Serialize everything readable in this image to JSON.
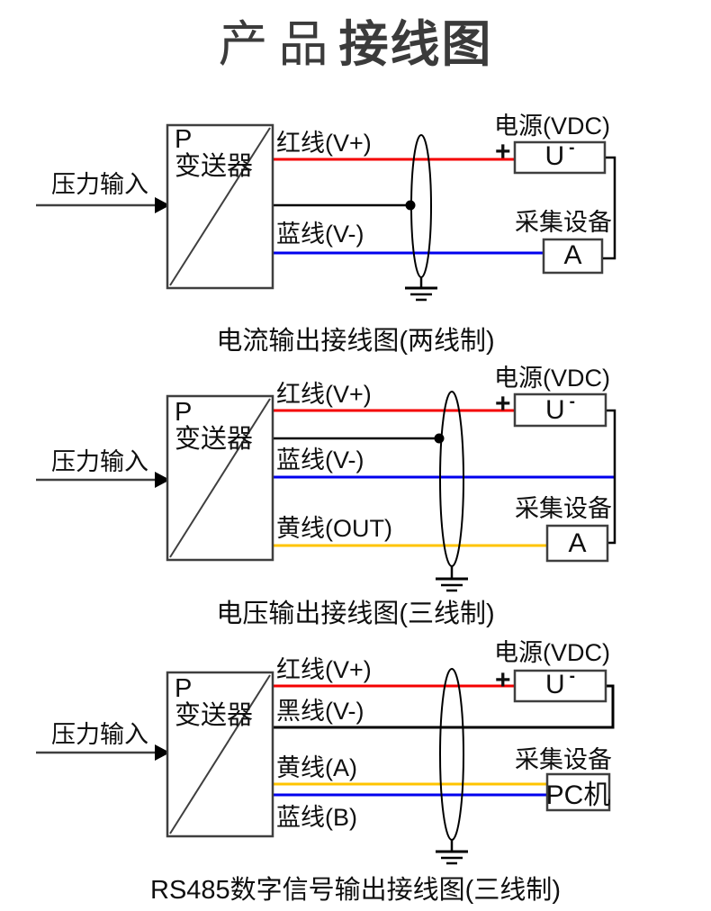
{
  "title": {
    "prefix": "产品",
    "emphasis": "接线图"
  },
  "colors": {
    "red": "#f40000",
    "blue": "#0000ee",
    "yellow": "#ffc400",
    "wire_black": "#000000",
    "outline": "#3f3f3f",
    "text": "#0f0f0f",
    "title_text": "#3b3b3b"
  },
  "diagrams": [
    {
      "caption": "电流输出接线图(两线制)",
      "input_label": "压力输入",
      "transmitter": {
        "symbol": "P",
        "name": "变送器"
      },
      "wires": {
        "red": "红线(V+)",
        "blue": "蓝线(V-)"
      },
      "power": {
        "label": "电源(VDC)",
        "plus": "+",
        "unit": "U",
        "polarity": "-"
      },
      "collector": {
        "label": "采集设备",
        "device": "A"
      }
    },
    {
      "caption": "电压输出接线图(三线制)",
      "input_label": "压力输入",
      "transmitter": {
        "symbol": "P",
        "name": "变送器"
      },
      "wires": {
        "red": "红线(V+)",
        "blue": "蓝线(V-)",
        "yellow": "黄线(OUT)"
      },
      "power": {
        "label": "电源(VDC)",
        "plus": "+",
        "unit": "U",
        "polarity": "-"
      },
      "collector": {
        "label": "采集设备",
        "device": "A"
      }
    },
    {
      "caption": "RS485数字信号输出接线图(三线制)",
      "input_label": "压力输入",
      "transmitter": {
        "symbol": "P",
        "name": "变送器"
      },
      "wires": {
        "red": "红线(V+)",
        "black": "黑线(V-)",
        "yellow": "黄线(A)",
        "blue": "蓝线(B)"
      },
      "power": {
        "label": "电源(VDC)",
        "plus": "+",
        "unit": "U",
        "polarity": "-"
      },
      "collector": {
        "label": "采集设备",
        "device": "PC机"
      }
    }
  ]
}
